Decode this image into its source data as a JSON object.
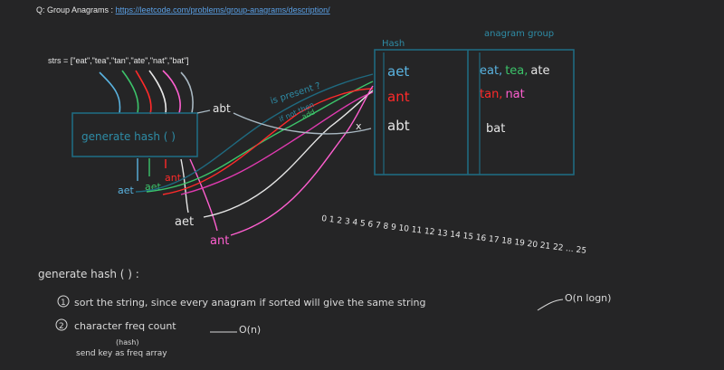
{
  "question": {
    "prefix": "Q: Group Anagrams : ",
    "link": "https://leetcode.com/problems/group-anagrams/description/"
  },
  "input": "strs = [\"eat\",\"tea\",\"tan\",\"ate\",\"nat\",\"bat\"]",
  "hash_box": {
    "label": "generate hash ( )"
  },
  "hash_outputs": [
    "aet",
    "aet",
    "ant",
    "aet",
    "ant",
    "abt"
  ],
  "table": {
    "hash_header": "Hash",
    "group_header": "anagram group",
    "rows": [
      {
        "key": "aet",
        "group": [
          "eat,",
          "tea,",
          "ate"
        ],
        "group_colors": [
          "#5ab3e0",
          "#3cc46a",
          "#e6e6e6"
        ]
      },
      {
        "key": "ant",
        "group": [
          "tan,",
          "nat"
        ],
        "group_colors": [
          "#ff2a2a",
          "#ff5fd0"
        ]
      },
      {
        "key": "abt",
        "group": [
          "bat"
        ],
        "group_colors": [
          "#e6e6e6"
        ]
      }
    ]
  },
  "notes": {
    "is_present": "is present ?",
    "if_not_then": "if not then",
    "add": "add",
    "x_mark": "x"
  },
  "scale": "0 1 2 3 4 5 6 7 8 9 10 11 12 13 14 15 16 17 18 19 20 21 22 ... 25",
  "explanation": {
    "heading": "generate hash ( ) :",
    "item1_num": "1",
    "item1": "sort the string, since every anagram if sorted will give the same string",
    "item1_complexity": "O(n logn)",
    "item2_num": "2",
    "item2": "character freq count",
    "item2_complexity": "O(n)",
    "item2_note": "(hash)",
    "item2_sub": "send key as freq array"
  },
  "colors": {
    "eat": "#5ab3e0",
    "tea": "#3cc46a",
    "tan": "#ff2a2a",
    "ate": "#e6e6e6",
    "nat": "#ff5fd0",
    "bat": "#a9b8c2",
    "box": "#1f6a80"
  }
}
